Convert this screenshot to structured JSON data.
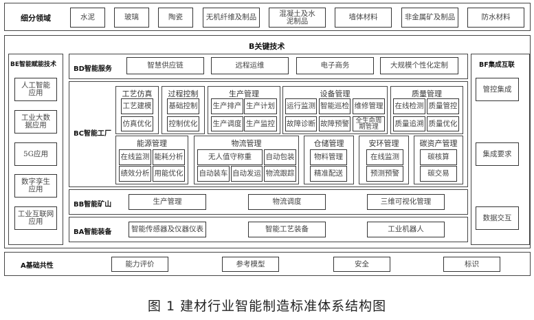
{
  "segments": {
    "label": "细分领域",
    "items": [
      "水泥",
      "玻璃",
      "陶瓷",
      "无机纤维及制品",
      "混凝土及水泥制品",
      "墙体材料",
      "非金属矿及制品",
      "防水材料"
    ]
  },
  "key_tech": {
    "title": "B关键技术"
  },
  "BE": {
    "title": "BE智能赋能技术",
    "items": [
      "人工智能应用",
      "工业大数据应用",
      "5G应用",
      "数字孪生应用",
      "工业互联网应用"
    ]
  },
  "BF": {
    "title": "BF集成互联",
    "items": [
      "管控集成",
      "集成要求",
      "数据交互"
    ]
  },
  "BD": {
    "title": "BD智能服务",
    "items": [
      "智慧供应链",
      "远程运维",
      "电子商务",
      "大规模个性化定制"
    ]
  },
  "BC": {
    "title": "BC智能工厂",
    "groups": [
      {
        "title": "工艺仿真",
        "items": [
          "工艺建模",
          "仿真优化"
        ]
      },
      {
        "title": "过程控制",
        "items": [
          "基础控制",
          "控制优化"
        ]
      },
      {
        "title": "生产管理",
        "items": [
          "生产排产",
          "生产计划",
          "生产调度",
          "生产监控"
        ]
      },
      {
        "title": "设备管理",
        "items": [
          "运行监测",
          "智能巡检",
          "维修管理",
          "故障诊断",
          "故障预警",
          "全生命周期管理"
        ]
      },
      {
        "title": "质量管理",
        "items": [
          "在线检测",
          "质量管控",
          "质量追溯",
          "质量优化"
        ]
      },
      {
        "title": "能源管理",
        "items": [
          "在线监测",
          "能耗分析",
          "绩效分析",
          "用能优化"
        ]
      },
      {
        "title": "物流管理",
        "items": [
          "无人值守称重",
          "自动包装",
          "自动装车",
          "自动发运",
          "物流跟踪"
        ]
      },
      {
        "title": "仓储管理",
        "items": [
          "物料管理",
          "精准配送"
        ]
      },
      {
        "title": "安环管理",
        "items": [
          "在线监测",
          "预测预警"
        ]
      },
      {
        "title": "碳资产管理",
        "items": [
          "碳核算",
          "碳交易"
        ]
      }
    ]
  },
  "BB": {
    "title": "BB智能矿山",
    "items": [
      "生产管理",
      "物流调度",
      "三维可视化管理"
    ]
  },
  "BA": {
    "title": "BA智能装备",
    "items": [
      "智能传感器及仪器仪表",
      "智能工艺装备",
      "工业机器人"
    ]
  },
  "A": {
    "title": "A基础共性",
    "items": [
      "能力评价",
      "参考模型",
      "安全",
      "标识"
    ]
  },
  "caption": "图 1  建材行业智能制造标准体系结构图"
}
